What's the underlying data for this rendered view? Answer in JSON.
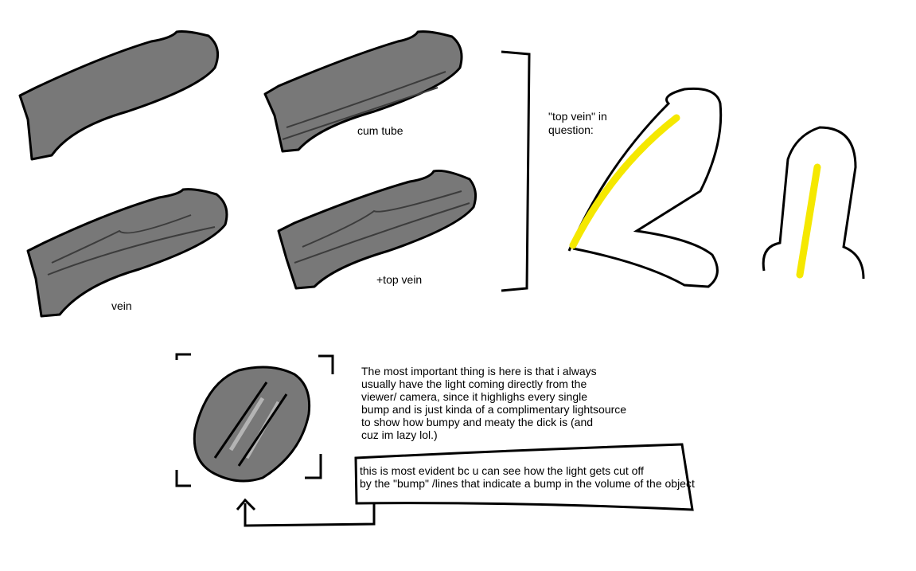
{
  "labels": {
    "cum_tube": "cum tube",
    "vein": "vein",
    "top_vein": "+top vein",
    "question_line1": "\"top vein\" in",
    "question_line2": "question:"
  },
  "explanation": [
    "The most important thing is here is that i always",
    "usually have the light coming directly from the",
    "viewer/ camera, since it highlighs every single",
    "bump and is just kinda of a complimentary lightsource",
    "to show how bumpy and meaty the dick is (and",
    "cuz im lazy lol.)"
  ],
  "note": [
    "this is most evident bc u can see how the light gets cut off",
    "by the \"bump\" /lines that indicate a bump in the volume of the object"
  ],
  "colors": {
    "fill": "#787878",
    "dark": "#3c3c3c",
    "highlight": "#f5e800",
    "light": "#b4b4b4"
  }
}
